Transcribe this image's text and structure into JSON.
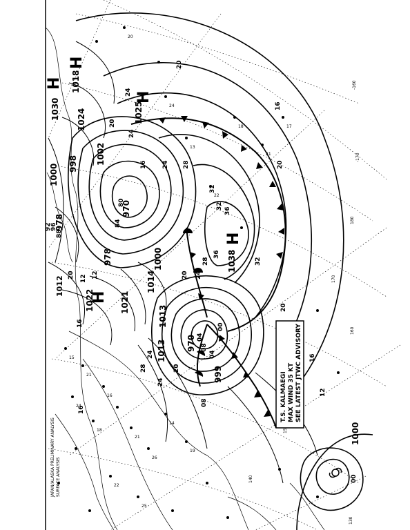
{
  "map": {
    "pressure_centers": [
      {
        "type": "H",
        "value": "1018"
      },
      {
        "type": "H",
        "value": "1030"
      },
      {
        "type": "L",
        "value": "1024"
      },
      {
        "type": "H",
        "value": "1025"
      },
      {
        "type": "L",
        "value": "1002"
      },
      {
        "type": "L",
        "value": "998"
      },
      {
        "type": "L",
        "value": "1000"
      },
      {
        "type": "L",
        "value": "978"
      },
      {
        "type": "L",
        "value": "970"
      },
      {
        "type": "L",
        "value": "978"
      },
      {
        "type": "L",
        "value": "1000"
      },
      {
        "type": "H",
        "value": "1038"
      },
      {
        "type": "H",
        "value": "1022"
      },
      {
        "type": "H",
        "value": "1021"
      },
      {
        "type": "H",
        "value": "1014"
      },
      {
        "type": "L",
        "value": "1013"
      },
      {
        "type": "L",
        "value": "1013"
      },
      {
        "type": "L",
        "value": "970"
      },
      {
        "type": "L",
        "value": "999"
      },
      {
        "type": "L",
        "value": "1000"
      },
      {
        "type": "H",
        "value": "1012"
      }
    ],
    "isobar_labels": [
      "20",
      "16",
      "24",
      "20",
      "16",
      "20",
      "24",
      "28",
      "32",
      "36",
      "36",
      "32",
      "28",
      "24",
      "20",
      "16",
      "12",
      "08",
      "04",
      "00",
      "96",
      "92",
      "88",
      "84",
      "80",
      "32",
      "24",
      "20",
      "12",
      "16",
      "20",
      "24",
      "28",
      "24",
      "20",
      "16",
      "12",
      "08",
      "04",
      "00"
    ],
    "longitude_labels": [
      "-160",
      "-170",
      "180",
      "170",
      "160",
      "150",
      "140",
      "130"
    ],
    "advisory_box": {
      "line1": "T.S. KALMAEGI",
      "line2": "MAX WIND 35 KT",
      "line3": "SEE LATEST JTWC ADVISORY"
    },
    "corner_caption": {
      "line1": "JAPAN/ALASKA PRELIMINARY ANALYSIS",
      "line2": "SURFACE ANALYSIS"
    }
  }
}
